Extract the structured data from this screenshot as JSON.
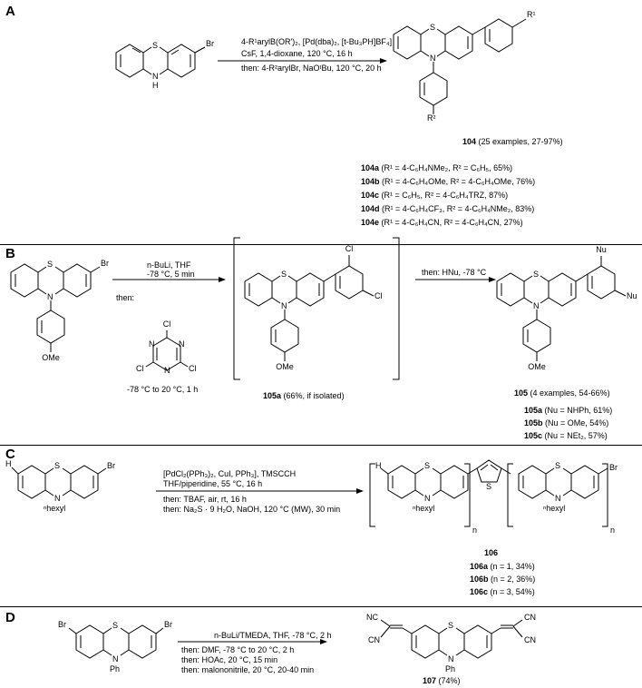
{
  "panels": {
    "A": {
      "label": "A",
      "reactant_atoms": {
        "S": "S",
        "Br": "Br",
        "NH": "N",
        "H": "H"
      },
      "conditions": [
        "4-R¹arylB(OR')₂, [Pd(dba)₂, [t-Bu₃PH]BF₄]",
        "CsF, 1,4-dioxane, 120 °C, 16 h",
        "then: 4-R²arylBr, NaOᵗBu, 120 °C, 20 h"
      ],
      "product_atoms": {
        "S": "S",
        "N": "N",
        "R1": "R¹",
        "R2": "R²"
      },
      "product_label": "104",
      "product_note": " (25 examples, 27-97%)",
      "examples": [
        {
          "id": "104a",
          "text": " (R¹ = 4-C₆H₄NMe₂, R² = C₆H₅, 65%)"
        },
        {
          "id": "104b",
          "text": " (R¹ = 4-C₆H₄OMe, R² = 4-C₆H₄OMe, 76%)"
        },
        {
          "id": "104c",
          "text": " (R¹ = C₆H₅, R² = 4-C₆H₄TRZ, 87%)"
        },
        {
          "id": "104d",
          "text": " (R¹ = 4-C₆H₄CF₃, R² = 4-C₆H₄NMe₂, 83%)"
        },
        {
          "id": "104e",
          "text": " (R¹ = 4-C₆H₄CN, R² = 4-C₆H₄CN, 27%)"
        }
      ]
    },
    "B": {
      "label": "B",
      "reactant_atoms": {
        "S": "S",
        "Br": "Br",
        "N": "N",
        "OMe": "OMe"
      },
      "conditions_top": [
        "n-BuLi, THF",
        "-78 °C, 5 min"
      ],
      "then": "then:",
      "triazine_atoms": {
        "Cl": "Cl",
        "N": "N"
      },
      "conditions_bottom": "-78 °C to 20 °C, 1 h",
      "intermediate_atoms": {
        "S": "S",
        "N": "N",
        "Cl": "Cl",
        "OMe": "OMe"
      },
      "intermediate_label": "105a",
      "intermediate_note": " (66%, if isolated)",
      "second_conditions": "then: HNu, -78 °C",
      "product_atoms": {
        "S": "S",
        "N": "N",
        "Nu": "Nu",
        "OMe": "OMe"
      },
      "product_label": "105",
      "product_note": " (4 examples, 54-66%)",
      "examples": [
        {
          "id": "105a",
          "text": " (Nu = NHPh, 61%)"
        },
        {
          "id": "105b",
          "text": " (Nu = OMe, 54%)"
        },
        {
          "id": "105c",
          "text": " (Nu = NEt₂, 57%)"
        }
      ]
    },
    "C": {
      "label": "C",
      "reactant_atoms": {
        "H": "H",
        "S": "S",
        "Br": "Br",
        "N": "N",
        "hexyl": "ⁿhexyl"
      },
      "conditions": [
        "[PdCl₂(PPh₃)₂, CuI, PPh₃], TMSCCH",
        "THF/piperidine, 55 °C, 16 h",
        "then: TBAF, air, rt, 16 h",
        "then: Na₂S · 9 H₂O, NaOH, 120 °C (MW), 30 min"
      ],
      "product_atoms": {
        "H": "H",
        "S": "S",
        "N": "N",
        "Br": "Br",
        "hexyl": "ⁿhexyl",
        "n": "n"
      },
      "product_label": "106",
      "examples": [
        {
          "id": "106a",
          "text": " (n = 1, 34%)"
        },
        {
          "id": "106b",
          "text": " (n = 2, 36%)"
        },
        {
          "id": "106c",
          "text": " (n = 3, 54%)"
        }
      ]
    },
    "D": {
      "label": "D",
      "reactant_atoms": {
        "Br": "Br",
        "S": "S",
        "N": "N",
        "Ph": "Ph"
      },
      "conditions": [
        "n-BuLi/TMEDA, THF, -78 °C, 2 h",
        "then: DMF, -78 °C to 20 °C, 2 h",
        "then: HOAc, 20 °C, 15 min",
        "then: malononitrile, 20 °C, 20-40 min"
      ],
      "product_atoms": {
        "NC": "NC",
        "CN": "CN",
        "S": "S",
        "N": "N",
        "Ph": "Ph"
      },
      "product_label": "107",
      "product_note": " (74%)"
    }
  },
  "colors": {
    "line": "#000000",
    "background": "#ffffff"
  }
}
